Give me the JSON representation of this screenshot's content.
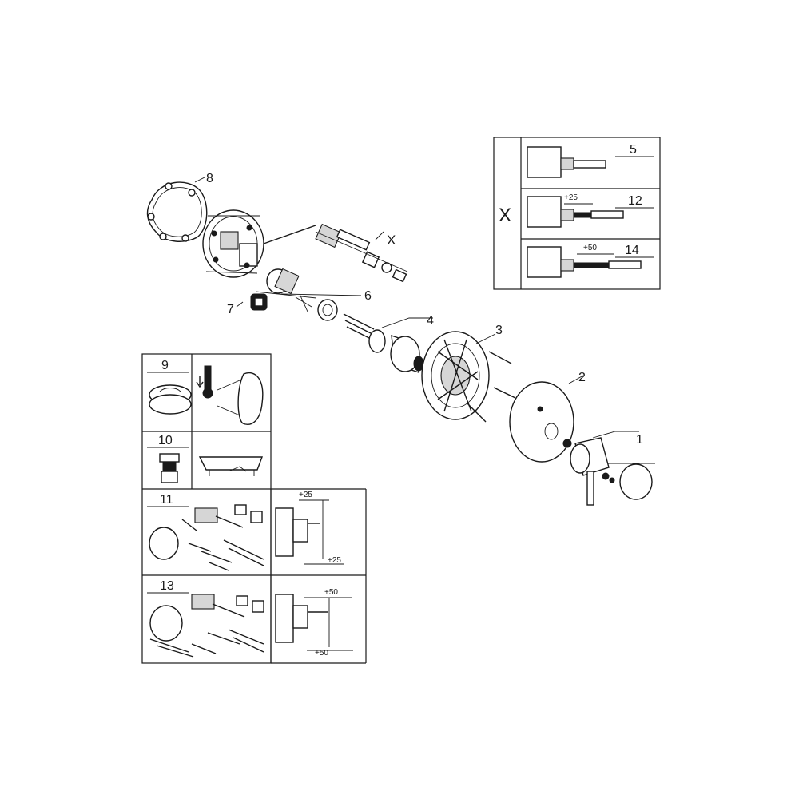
{
  "callouts": {
    "p1": "1",
    "p2": "2",
    "p3": "3",
    "p4": "4",
    "p6": "6",
    "p7": "7",
    "p8": "8",
    "px": "X"
  },
  "x_panel": {
    "letter": "X",
    "rows": [
      {
        "number": "5",
        "dimension": ""
      },
      {
        "number": "12",
        "dimension": "+25"
      },
      {
        "number": "14",
        "dimension": "+50"
      }
    ]
  },
  "accessory_panel": {
    "rows": [
      {
        "number": "9"
      },
      {
        "number": "10"
      },
      {
        "number": "11",
        "dim_top": "+25",
        "dim_bottom": "+25"
      },
      {
        "number": "13",
        "dim_top": "+50",
        "dim_bottom": "+50"
      }
    ]
  }
}
